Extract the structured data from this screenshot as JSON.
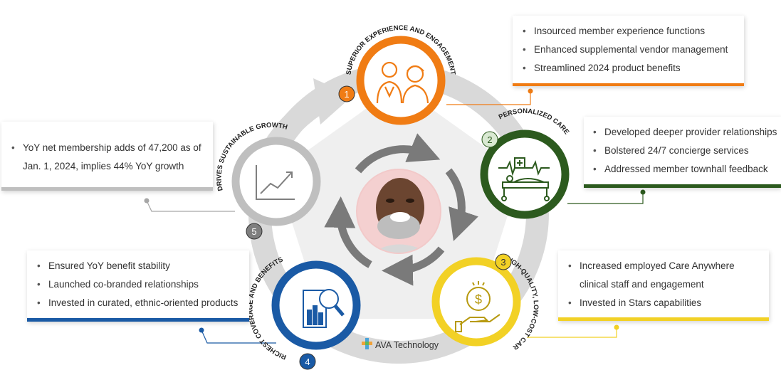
{
  "pillars": [
    {
      "number": "1",
      "title": "SUPERIOR EXPERIENCE AND ENGAGEMENT",
      "icon": "seniors-icon",
      "color": "#f07c14",
      "bullets": [
        "Insourced member experience functions",
        "Enhanced supplemental vendor management",
        "Streamlined 2024 product benefits"
      ]
    },
    {
      "number": "2",
      "title": "PERSONALIZED CARE",
      "icon": "hospital-bed-icon",
      "color": "#2c5a1e",
      "bullets": [
        "Developed deeper provider relationships",
        "Bolstered 24/7 concierge services",
        "Addressed member townhall feedback"
      ]
    },
    {
      "number": "3",
      "title": "HIGH-QUALITY, LOW-COST CARE",
      "icon": "dollar-hand-icon",
      "color": "#f2d125",
      "bullets": [
        "Increased employed Care Anywhere clinical staff and engagement",
        "Invested in Stars capabilities"
      ]
    },
    {
      "number": "4",
      "title": "RICHEST COVERAGE AND BENEFITS",
      "icon": "magnifier-chart-icon",
      "color": "#1a5aa5",
      "bullets": [
        "Ensured YoY benefit stability",
        "Launched co-branded relationships",
        "Invested in curated, ethnic-oriented products"
      ]
    },
    {
      "number": "5",
      "title": "DRIVES SUSTAINABLE GROWTH",
      "icon": "growth-chart-icon",
      "color": "#a6a6a6",
      "bullets": [
        "YoY net membership adds of 47,200 as of Jan. 1, 2024, implies 44% YoY growth"
      ]
    }
  ],
  "logo": {
    "text": "AVA Technology",
    "icon": "plus-cross-icon"
  },
  "center": {
    "icon": "smiling-man-portrait"
  }
}
